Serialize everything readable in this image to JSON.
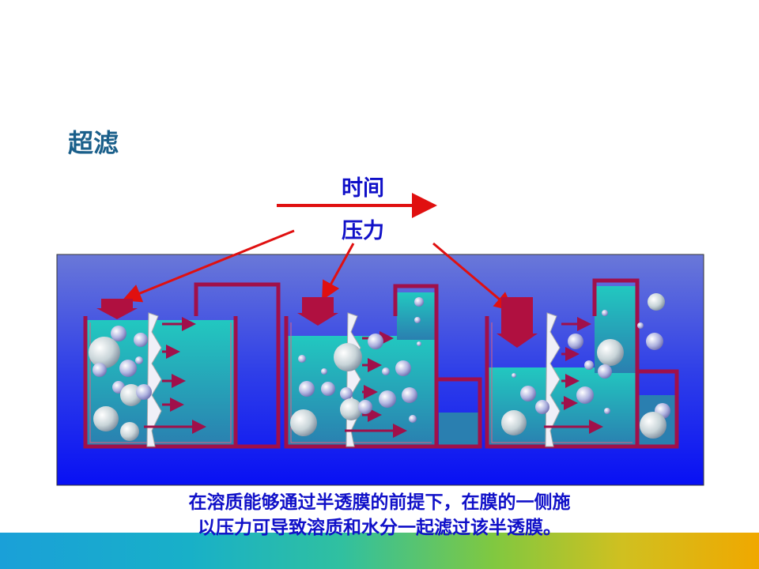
{
  "title": "超滤",
  "labels": {
    "time": "时间",
    "pressure": "压力"
  },
  "caption": {
    "line1": "在溶质能够通过半透膜的前提下，在膜的一侧施",
    "line2": "以压力可导致溶质和水分一起滤过该半透膜。"
  },
  "colors": {
    "title": "#1a5f8a",
    "label": "#1010c8",
    "arrow": "#e01010",
    "panel_top": "#5a6ad8",
    "panel_bottom": "#0a10f0",
    "liquid": "#2a9fb8",
    "vessel_wall": "#a0104a"
  }
}
